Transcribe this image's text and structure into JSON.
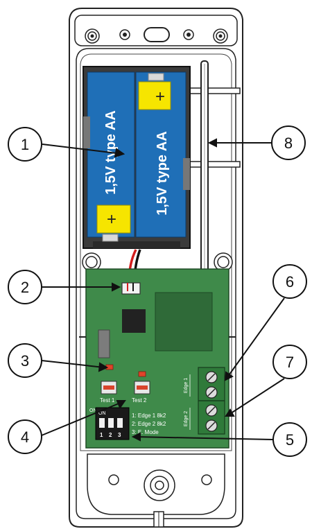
{
  "battery": {
    "label_left": "1,5V type AA",
    "label_right": "1,5V type AA",
    "plus_symbol": "+"
  },
  "pcb": {
    "test1_label": "Test 1",
    "test2_label": "Test 2",
    "dip_on_label": "ON",
    "dip_on_label_small": "ON",
    "dip_numbers": [
      "1",
      "2",
      "3"
    ],
    "modes": [
      "1: Edge 1 8k2",
      "2: Edge 2 8k2",
      "3: E. Mode"
    ],
    "terminal1_label": "Edge 1",
    "terminal2_label": "Edge 2"
  },
  "callouts": [
    {
      "number": "1"
    },
    {
      "number": "2"
    },
    {
      "number": "3"
    },
    {
      "number": "4"
    },
    {
      "number": "5"
    },
    {
      "number": "6"
    },
    {
      "number": "7"
    },
    {
      "number": "8"
    }
  ],
  "colors": {
    "pcb_green": "#3f8a4a",
    "battery_blue": "#1f6fb7",
    "battery_yellow": "#f6e500",
    "holder_dark": "#3b3b3b",
    "led_red": "#e0432a"
  }
}
